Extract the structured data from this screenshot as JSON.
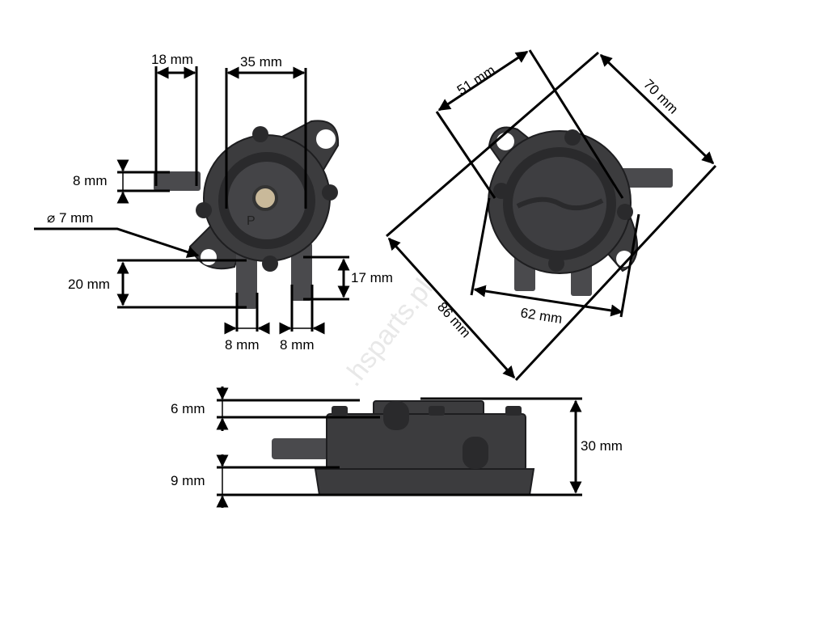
{
  "watermark": ".hsparts.pl",
  "front_view": {
    "dims": {
      "inlet_offset": "18 mm",
      "body_width": "35 mm",
      "nozzle_height": "8 mm",
      "hole_diameter": "⌀ 7 mm",
      "outlet_length": "20 mm",
      "outlet2_length": "17 mm",
      "outlet_width": "8 mm",
      "outlet2_width": "8 mm"
    },
    "mark": "P"
  },
  "rear_view": {
    "dims": {
      "a": "51 mm",
      "b": "70 mm",
      "c": "86 mm",
      "d": "62 mm"
    }
  },
  "side_view": {
    "dims": {
      "top": "6 mm",
      "bottom": "9 mm",
      "height": "30 mm"
    }
  }
}
